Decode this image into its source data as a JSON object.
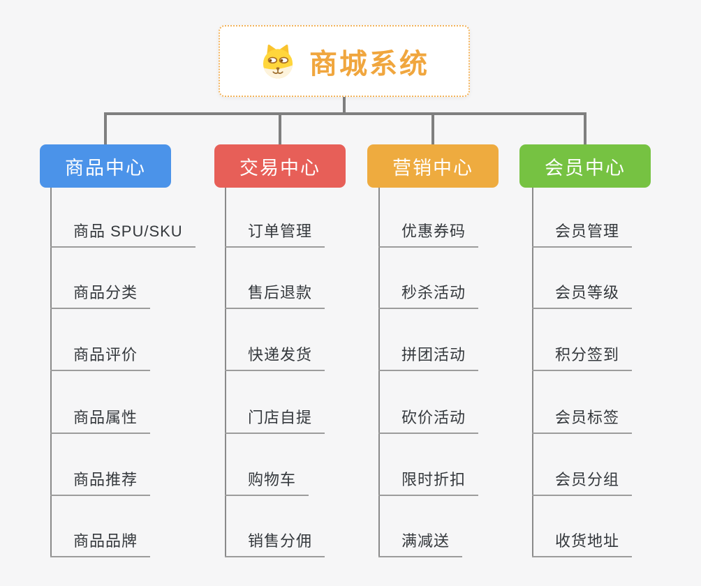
{
  "root": {
    "title": "商城系统",
    "icon": "dog-face-icon",
    "text_color": "#f0a63e",
    "border_color": "#f3b258"
  },
  "connector_color": "#7f7f7f",
  "background_color": "#f6f6f7",
  "branches": [
    {
      "label": "商品中心",
      "color": "#4b93e9",
      "items": [
        "商品 SPU/SKU",
        "商品分类",
        "商品评价",
        "商品属性",
        "商品推荐",
        "商品品牌"
      ]
    },
    {
      "label": "交易中心",
      "color": "#e75f58",
      "items": [
        "订单管理",
        "售后退款",
        "快递发货",
        "门店自提",
        "购物车",
        "销售分佣"
      ]
    },
    {
      "label": "营销中心",
      "color": "#eeab3f",
      "items": [
        "优惠券码",
        "秒杀活动",
        "拼团活动",
        "砍价活动",
        "限时折扣",
        "满减送"
      ]
    },
    {
      "label": "会员中心",
      "color": "#76c242",
      "items": [
        "会员管理",
        "会员等级",
        "积分签到",
        "会员标签",
        "会员分组",
        "收货地址"
      ]
    }
  ]
}
